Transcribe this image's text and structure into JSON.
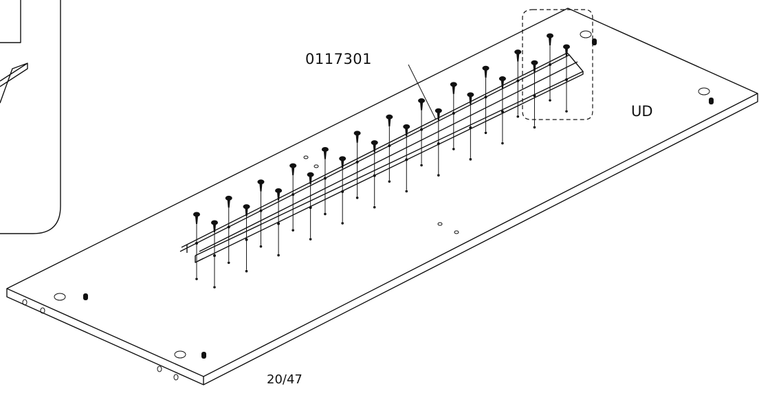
{
  "diagram": {
    "part_number": "0117301",
    "panel_label": "UD",
    "page_number": "20/47"
  },
  "counts": {
    "rail_screws": 24
  }
}
